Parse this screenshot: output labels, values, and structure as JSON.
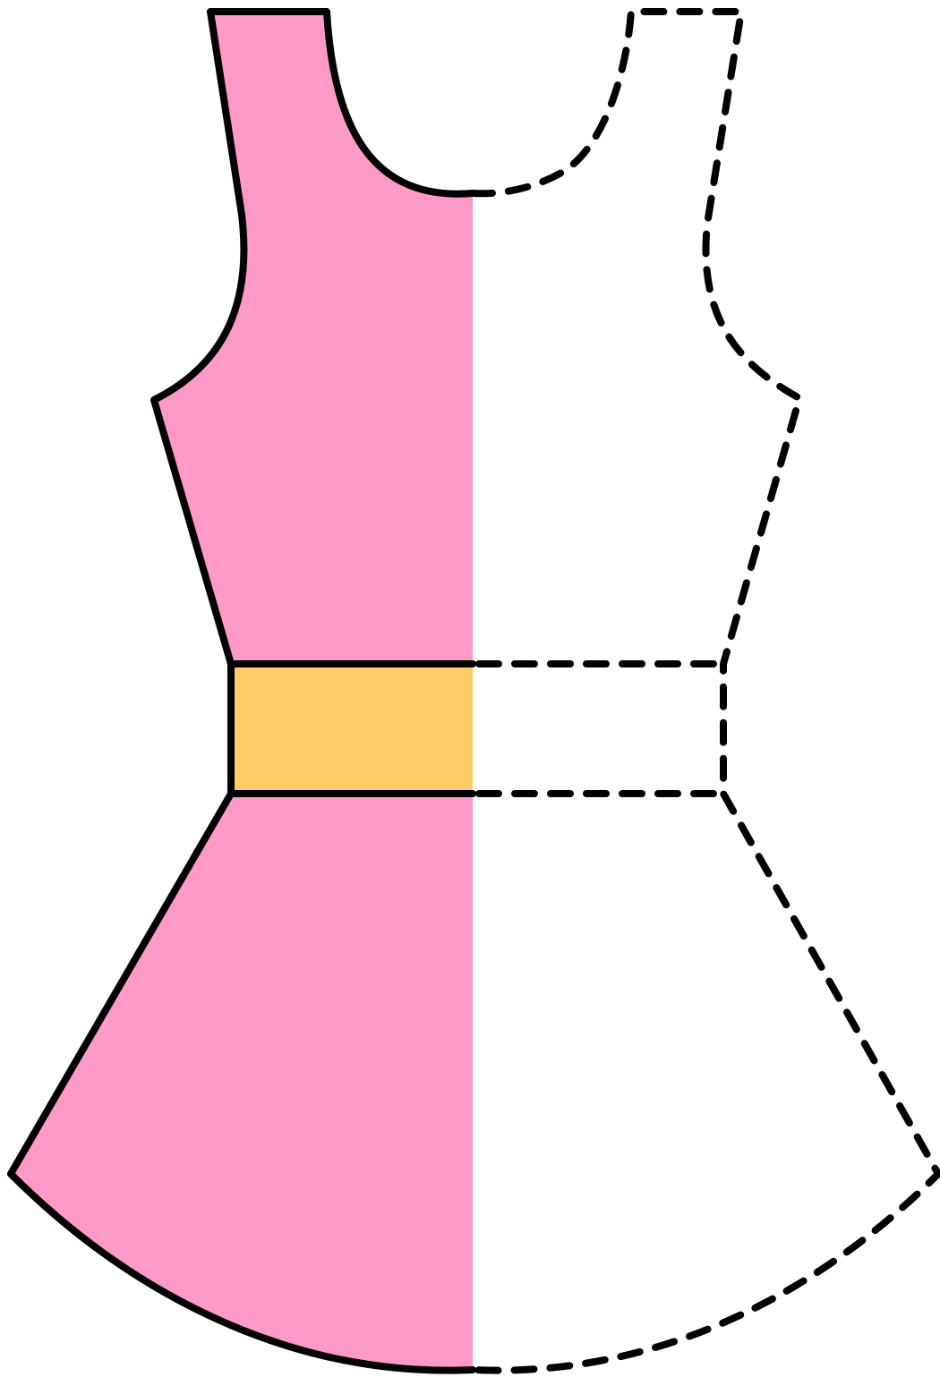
{
  "figure": {
    "description_type": "symmetry-half-dress",
    "colors": {
      "dress": "#ff99c8",
      "waistband": "#ffcc66",
      "outline": "#000000",
      "axis": "#ffffff"
    },
    "styles": {
      "left_half": "solid",
      "right_half": "dashed"
    }
  }
}
